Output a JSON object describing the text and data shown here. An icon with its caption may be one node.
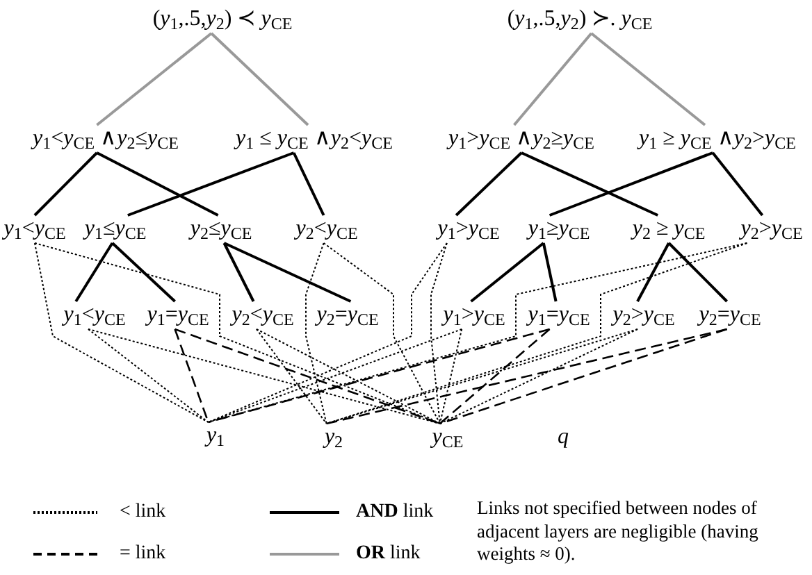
{
  "diagram": {
    "nodes": [
      {
        "text": [
          "(*y*$_{1}$,.5,*y*$_{2}$) ≺ *y*$_{CE}$"
        ]
      },
      {
        "text": [
          "(*y*$_{1}$,.5,*y*$_{2}$) ≻. *y*$_{CE}$"
        ]
      },
      {
        "text": [
          "*y*$_{1}$<*y*$_{CE}$ ∧*y*$_{2}$≤*y*$_{CE}$"
        ]
      },
      {
        "text": [
          "*y*$_{1}$ ≤ *y*$_{CE}$ ∧*y*$_{2}$<*y*$_{CE}$"
        ]
      },
      {
        "text": [
          "*y*$_{1}$>*y*$_{CE}$ ∧*y*$_{2}$≥*y*$_{CE}$"
        ]
      },
      {
        "text": [
          "*y*$_{1}$ ≥ *y*$_{CE}$ ∧*y*$_{2}$>*y*$_{CE}$"
        ]
      },
      {
        "text": [
          "*y*$_{1}$<*y*$_{CE}$"
        ]
      },
      {
        "text": [
          "*y*$_{1}$≤*y*$_{CE}$"
        ]
      },
      {
        "text": [
          "*y*$_{2}$≤*y*$_{CE}$"
        ]
      },
      {
        "text": [
          "*y*$_{2}$<*y*$_{CE}$"
        ]
      },
      {
        "text": [
          "*y*$_{1}$>*y*$_{CE}$"
        ]
      },
      {
        "text": [
          "*y*$_{1}$≥*y*$_{CE}$"
        ]
      },
      {
        "text": [
          "*y*$_{2}$ ≥ *y*$_{CE}$"
        ]
      },
      {
        "text": [
          "*y*$_{2}$>*y*$_{CE}$"
        ]
      },
      {
        "text": [
          "*y*$_{1}$<*y*$_{CE}$"
        ]
      },
      {
        "text": [
          "*y*$_{1}$=*y*$_{CE}$"
        ]
      },
      {
        "text": [
          "*y*$_{2}$<*y*$_{CE}$"
        ]
      },
      {
        "text": [
          "*y*$_{2}$=*y*$_{CE}$"
        ]
      },
      {
        "text": [
          "*y*$_{1}$>*y*$_{CE}$"
        ]
      },
      {
        "text": [
          "*y*$_{1}$=*y*$_{CE}$"
        ]
      },
      {
        "text": [
          "*y*$_{2}$>*y*$_{CE}$"
        ]
      },
      {
        "text": [
          "*y*$_{2}$=*y*$_{CE}$"
        ]
      },
      {
        "text": [
          "*y*$_{1}$"
        ]
      },
      {
        "text": [
          "*y*$_{2}$"
        ]
      },
      {
        "text": [
          "*y*$_{CE}$"
        ]
      }
    ],
    "edges": [
      {
        "from": 0,
        "to": 2,
        "arrow": "none",
        "color": "#999999"
      },
      {
        "from": 0,
        "to": 3,
        "arrow": "none",
        "color": "#999999"
      },
      {
        "from": 1,
        "to": 4,
        "arrow": "none",
        "color": "#999999"
      },
      {
        "from": 1,
        "to": 5,
        "arrow": "none",
        "color": "#999999"
      },
      {
        "from": 2,
        "to": 6,
        "arrow": "none"
      },
      {
        "from": 2,
        "to": 8,
        "arrow": "none"
      },
      {
        "from": 3,
        "to": 7,
        "arrow": "none"
      },
      {
        "from": 3,
        "to": 9,
        "arrow": "none"
      },
      {
        "from": 4,
        "to": 10,
        "arrow": "none"
      },
      {
        "from": 4,
        "to": 12,
        "arrow": "none"
      },
      {
        "from": 5,
        "to": 11,
        "arrow": "none"
      },
      {
        "from": 5,
        "to": 13,
        "arrow": "none"
      },
      {
        "from": 7,
        "to": 14,
        "arrow": "none"
      },
      {
        "from": 7,
        "to": 15,
        "arrow": "none"
      },
      {
        "from": 8,
        "to": 16,
        "arrow": "none"
      },
      {
        "from": 8,
        "to": 17,
        "arrow": "none"
      },
      {
        "from": 11,
        "to": 18,
        "arrow": "none"
      },
      {
        "from": 11,
        "to": 19,
        "arrow": "none"
      },
      {
        "from": 12,
        "to": 20,
        "arrow": "none"
      },
      {
        "from": 12,
        "to": 21,
        "arrow": "none"
      },
      {
        "from": 6,
        "to": 22,
        "arrow": "none",
        "style": "dashed"
      },
      {
        "from": 6,
        "to": 24,
        "arrow": "none",
        "style": "dashed"
      },
      {
        "from": 9,
        "to": 23,
        "arrow": "none",
        "style": "dashed"
      },
      {
        "from": 9,
        "to": 24,
        "arrow": "none",
        "style": "dashed"
      },
      {
        "from": 10,
        "to": 22,
        "arrow": "none",
        "style": "dashed"
      },
      {
        "from": 10,
        "to": 24,
        "arrow": "none",
        "style": "dashed"
      },
      {
        "from": 13,
        "to": 23,
        "arrow": "none",
        "style": "dashed"
      },
      {
        "from": 13,
        "to": 22,
        "arrow": "none",
        "style": "dashed"
      },
      {
        "from": 14,
        "to": 22,
        "arrow": "none",
        "style": "dashed"
      },
      {
        "from": 14,
        "to": 24,
        "arrow": "none",
        "style": "dashed"
      },
      {
        "from": 16,
        "to": 23,
        "arrow": "none",
        "style": "dashed"
      },
      {
        "from": 16,
        "to": 24,
        "arrow": "none",
        "style": "dashed"
      },
      {
        "from": 18,
        "to": 22,
        "arrow": "none",
        "style": "dashed"
      },
      {
        "from": 18,
        "to": 24,
        "arrow": "none",
        "style": "dashed"
      },
      {
        "from": 20,
        "to": 23,
        "arrow": "none",
        "style": "dashed"
      },
      {
        "from": 20,
        "to": 24,
        "arrow": "none",
        "style": "dashed"
      },
      {
        "from": 15,
        "to": 22,
        "arrow": "none",
        "style": "dashed"
      },
      {
        "from": 15,
        "to": 24,
        "arrow": "none",
        "style": "dashed"
      },
      {
        "from": 19,
        "to": 22,
        "arrow": "none",
        "style": "dashed"
      },
      {
        "from": 19,
        "to": 24,
        "arrow": "none",
        "style": "dashed"
      },
      {
        "from": 21,
        "to": 23,
        "arrow": "none",
        "style": "dashed"
      },
      {
        "from": 21,
        "to": 24,
        "arrow": "none",
        "style": "dashed"
      }
    ],
    "labels": [
      "q",
      "Links not specified between nodes of adjacent layers are negligible (having weights ≈ 0)."
    ],
    "legend": [
      {
        "text": "< link"
      },
      {
        "text": "= link"
      },
      {
        "text": "**AND** link"
      },
      {
        "text": "**OR** link"
      }
    ]
  }
}
